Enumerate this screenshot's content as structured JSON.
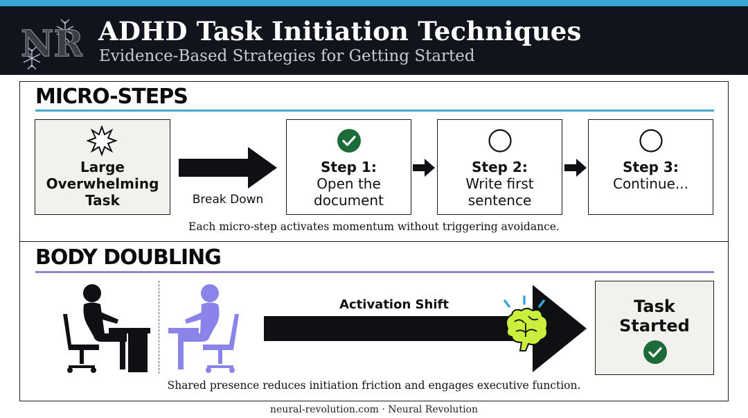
{
  "header": {
    "logo_text": "NR",
    "title": "ADHD Task Initiation Techniques",
    "subtitle": "Evidence-Based Strategies for Getting Started"
  },
  "micro_steps": {
    "heading": "MICRO-STEPS",
    "large_task": {
      "line1": "Large",
      "line2": "Overwhelming",
      "line3": "Task"
    },
    "arrow_label": "Break Down",
    "steps": [
      {
        "title": "Step 1:",
        "line1": "Open the",
        "line2": "document",
        "status": "done"
      },
      {
        "title": "Step 2:",
        "line1": "Write first",
        "line2": "sentence",
        "status": "pending"
      },
      {
        "title": "Step 3:",
        "line1": "Continue...",
        "line2": "",
        "status": "pending"
      }
    ],
    "caption": "Each micro-step activates momentum without triggering avoidance."
  },
  "body_doubling": {
    "heading": "BODY DOUBLING",
    "arrow_label": "Activation Shift",
    "result": {
      "line1": "Task",
      "line2": "Started"
    },
    "caption": "Shared presence reduces initiation friction and engages executive function."
  },
  "footer": "neural-revolution.com · Neural Revolution",
  "colors": {
    "top_bar": "#39a6d6",
    "header_bg": "#11141c",
    "check_green": "#1d6b38",
    "doubling_purple": "#8a84e8",
    "brain_green": "#c9f03c",
    "micro_rule": "#4aa6cc",
    "doubling_rule": "#8b88d8"
  },
  "icons": [
    "logo-icon",
    "burst-icon",
    "check-circle-icon",
    "empty-circle-icon",
    "person-at-desk-icon",
    "brain-icon"
  ]
}
